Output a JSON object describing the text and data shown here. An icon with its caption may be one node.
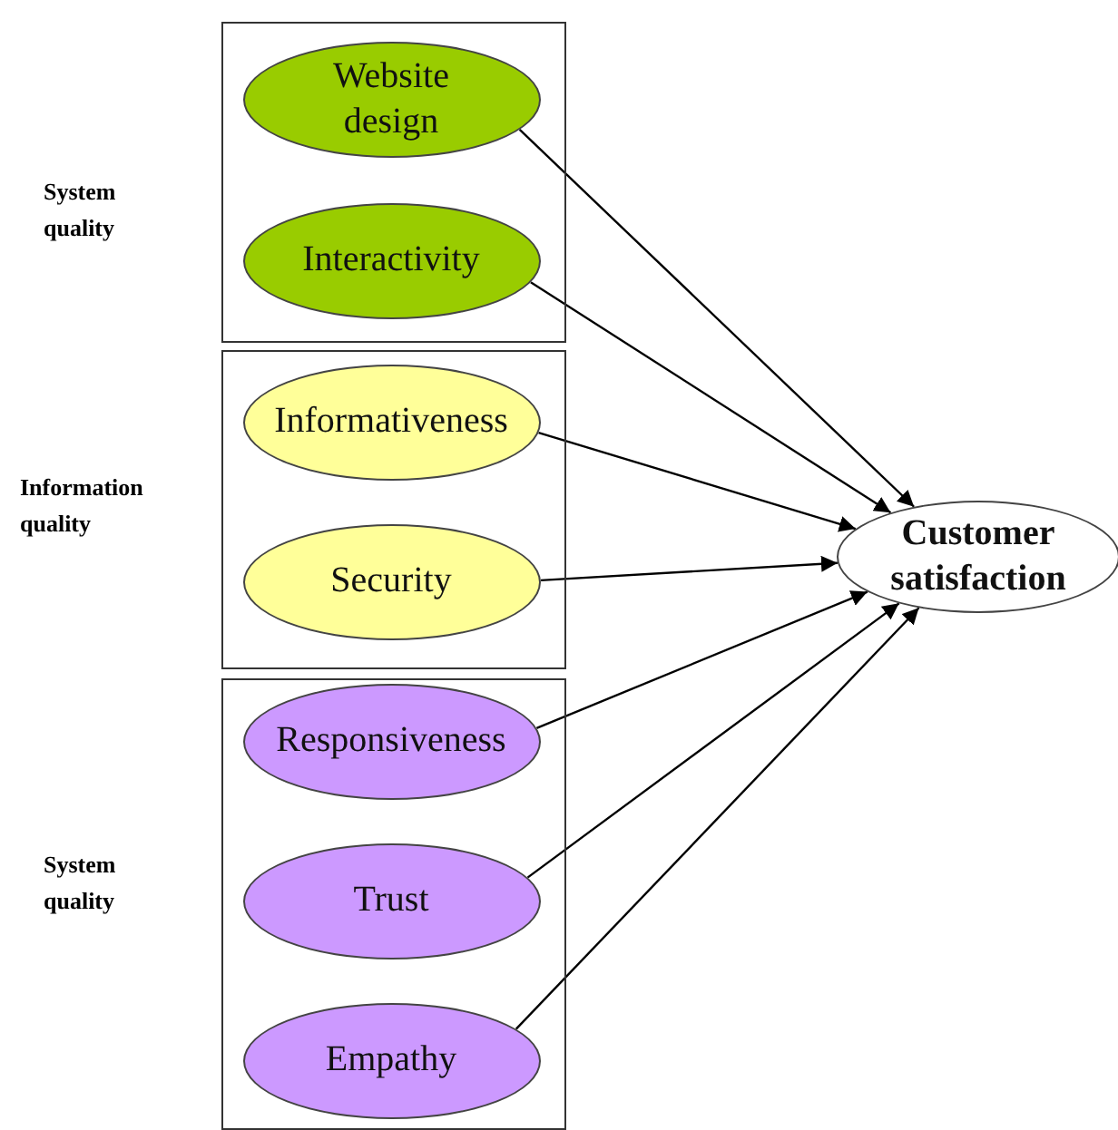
{
  "diagram": {
    "nodes": [
      {
        "text": [],
        "shape": "box"
      },
      {
        "text": [
          "Website design"
        ],
        "in": 0
      },
      {
        "text": [
          "Interactivity"
        ],
        "in": 0
      },
      {
        "text": [],
        "shape": "box",
        "beside": [
          "Information quality"
        ]
      },
      {
        "text": [
          "Informativeness"
        ],
        "in": 3
      },
      {
        "text": [
          "Security"
        ],
        "in": 3
      },
      {
        "text": [],
        "shape": "box"
      },
      {
        "text": [
          "Responsiveness"
        ],
        "in": 6
      },
      {
        "text": [
          "Trust"
        ],
        "in": 6
      },
      {
        "text": [
          "Empathy"
        ],
        "in": 6
      },
      {
        "text": [
          "Customer satisfaction"
        ]
      }
    ],
    "edges": [
      {
        "from": 1,
        "to": 10,
        "arrow": "to"
      },
      {
        "from": 2,
        "to": 10,
        "arrow": "to"
      },
      {
        "from": 4,
        "to": 10,
        "arrow": "to"
      },
      {
        "from": 5,
        "to": 10,
        "arrow": "to"
      },
      {
        "from": 7,
        "to": 10,
        "arrow": "to"
      },
      {
        "from": 8,
        "to": 10,
        "arrow": "to"
      },
      {
        "from": 9,
        "to": 10,
        "arrow": "to"
      }
    ],
    "labels": [
      "System quality",
      "System quality"
    ]
  }
}
